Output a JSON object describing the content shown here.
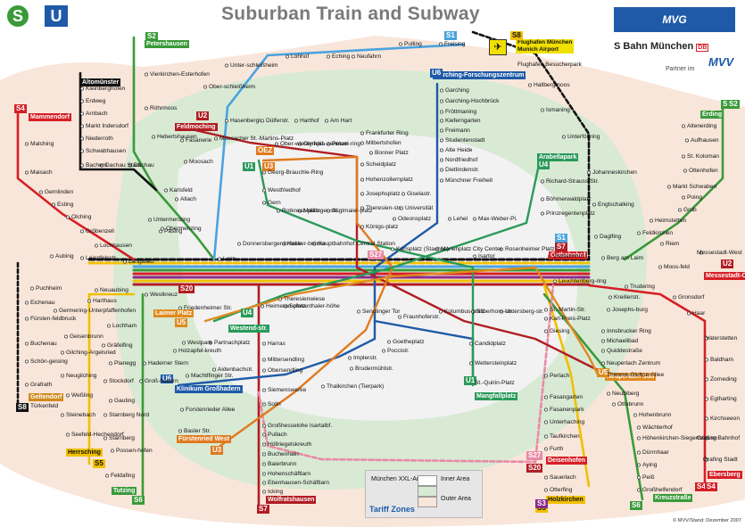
{
  "title": "Suburban Train and Subway",
  "logos": {
    "s": "S",
    "u": "U",
    "mvg": "MVG",
    "sbahn": "S Bahn München",
    "db": "DB",
    "partner": "Partner im",
    "mvv": "MVV"
  },
  "footer": "© MVV/Stand: Dezember 2007",
  "legend": {
    "title": "Tariff Zones",
    "row1": "München XXL-Area",
    "inner": "Inner Area",
    "outer": "Outer Area"
  },
  "airport": {
    "line1": "Flughafen München",
    "line2": "Munich Airport",
    "besucher": "Flughafen Besucherpark"
  },
  "terminus_tags": [
    {
      "id": "petershausen",
      "text": "Petershausen",
      "color": "#3a9a3a"
    },
    {
      "id": "altomuenster",
      "text": "Altomünster",
      "color": "#111111"
    },
    {
      "id": "mammendorf",
      "text": "Mammendorf",
      "color": "#d61f26"
    },
    {
      "id": "feldmoching",
      "text": "Feldmoching",
      "color": "#b01d23"
    },
    {
      "id": "erding",
      "text": "Erding",
      "color": "#3a9a3a"
    },
    {
      "id": "garching",
      "text": "Garching-Forschungszentrum",
      "color": "#1e5aa8"
    },
    {
      "id": "arabellapark",
      "text": "Arabellapark",
      "color": "#2a9a5a"
    },
    {
      "id": "ostbahnhof",
      "text": "Ostbahnhof",
      "color": "#d61f26"
    },
    {
      "id": "messestadt",
      "text": "Messestadt-Ost",
      "color": "#d61f26"
    },
    {
      "id": "laimer",
      "text": "Laimer Platz",
      "color": "#e08a1e"
    },
    {
      "id": "westendstr",
      "text": "Westend-str.",
      "color": "#2a9a5a"
    },
    {
      "id": "klinikum",
      "text": "Klinikum Großhadern",
      "color": "#1e5aa8"
    },
    {
      "id": "fuerstenried",
      "text": "Fürstenried West",
      "color": "#e07a1e"
    },
    {
      "id": "mangfall",
      "text": "Mangfallplatz",
      "color": "#2a9a5a"
    },
    {
      "id": "neuperlach",
      "text": "Neuperlach Süd",
      "color": "#e08a1e"
    },
    {
      "id": "geltendorf",
      "text": "Geltendorf",
      "color": "#d08a1e"
    },
    {
      "id": "herrsching",
      "text": "Herrsching",
      "color": "#f0c000"
    },
    {
      "id": "tutzing",
      "text": "Tutzing",
      "color": "#3a9a3a"
    },
    {
      "id": "wolfratshausen",
      "text": "Wolfratshausen",
      "color": "#b01d23"
    },
    {
      "id": "deisenhofen",
      "text": "Deisenhofen",
      "color": "#d61f26"
    },
    {
      "id": "holzkirchen",
      "text": "Holzkirchen",
      "color": "#f0c000"
    },
    {
      "id": "kreuzstrasse",
      "text": "Kreuzstraße",
      "color": "#3a9a3a"
    },
    {
      "id": "ebersberg",
      "text": "Ebersberg",
      "color": "#d61f26"
    }
  ],
  "line_badges": [
    {
      "id": "s2n",
      "text": "S2",
      "color": "#3a9a3a"
    },
    {
      "id": "s1",
      "text": "S1",
      "color": "#4aa3df"
    },
    {
      "id": "s8",
      "text": "S8",
      "color": "#f0c000"
    },
    {
      "id": "s4",
      "text": "S4",
      "color": "#d61f26"
    },
    {
      "id": "u2",
      "text": "U2",
      "color": "#b01d23"
    },
    {
      "id": "u6",
      "text": "U6",
      "color": "#1e5aa8"
    },
    {
      "id": "u1",
      "text": "U1",
      "color": "#2a9a5a"
    },
    {
      "id": "u3",
      "text": "U3",
      "color": "#e07a1e"
    },
    {
      "id": "oez",
      "text": "OEZ",
      "color": "#e07a1e"
    },
    {
      "id": "s2e",
      "text": "S2",
      "color": "#3a9a3a"
    },
    {
      "id": "u4",
      "text": "U4",
      "color": "#2a9a5a"
    },
    {
      "id": "s1b",
      "text": "S1",
      "color": "#4aa3df"
    },
    {
      "id": "s7",
      "text": "S7",
      "color": "#b01d23"
    },
    {
      "id": "u2e",
      "text": "U2",
      "color": "#b01d23"
    },
    {
      "id": "s27",
      "text": "S27",
      "color": "#e88aa6"
    },
    {
      "id": "s20",
      "text": "S20",
      "color": "#b01d23"
    },
    {
      "id": "u5",
      "text": "U5",
      "color": "#e08a1e"
    },
    {
      "id": "u4w",
      "text": "U4",
      "color": "#2a9a5a"
    },
    {
      "id": "u6s",
      "text": "U6",
      "color": "#1e5aa8"
    },
    {
      "id": "u3s",
      "text": "U3",
      "color": "#e07a1e"
    },
    {
      "id": "u1s",
      "text": "U1",
      "color": "#2a9a5a"
    },
    {
      "id": "u5s",
      "text": "U5",
      "color": "#e08a1e"
    },
    {
      "id": "s8w",
      "text": "S8",
      "color": "#111111"
    },
    {
      "id": "s5",
      "text": "S5",
      "color": "#f0c000"
    },
    {
      "id": "s6",
      "text": "S6",
      "color": "#3a9a3a"
    },
    {
      "id": "s7s",
      "text": "S7",
      "color": "#b01d23"
    },
    {
      "id": "s27s",
      "text": "S27",
      "color": "#e88aa6"
    },
    {
      "id": "s20s",
      "text": "S20",
      "color": "#b01d23"
    },
    {
      "id": "s5s",
      "text": "S5",
      "color": "#f0c000"
    },
    {
      "id": "s3",
      "text": "S3",
      "color": "#8a2a8a"
    },
    {
      "id": "s6e",
      "text": "S6",
      "color": "#3a9a3a"
    },
    {
      "id": "s4e",
      "text": "S4",
      "color": "#d61f26"
    },
    {
      "id": "s4e2",
      "text": "S4",
      "color": "#d61f26"
    },
    {
      "id": "s2e2",
      "text": "S2",
      "color": "#3a9a3a"
    }
  ],
  "stations": [
    {
      "id": "pulling",
      "t": "Pulling"
    },
    {
      "id": "freising",
      "t": "Freising"
    },
    {
      "id": "lohhof",
      "t": "Lohhof"
    },
    {
      "id": "eching",
      "t": "Eching"
    },
    {
      "id": "neufahrn",
      "t": "Neufahrn"
    },
    {
      "id": "vierkirchen",
      "t": "Vierkirchen-Esterhofen"
    },
    {
      "id": "roehrmoos",
      "t": "Röhrmoos"
    },
    {
      "id": "hebertshausen",
      "t": "Hebertshausen"
    },
    {
      "id": "dachau",
      "t": "Dachau"
    },
    {
      "id": "dachau_stadt",
      "t": "Dachau Stadt"
    },
    {
      "id": "kleinberghofen",
      "t": "Kleinberghofen"
    },
    {
      "id": "erdweg",
      "t": "Erdweg"
    },
    {
      "id": "arnbach",
      "t": "Arnbach"
    },
    {
      "id": "markt_indersdorf",
      "t": "Markt Indersdorf"
    },
    {
      "id": "niederroth",
      "t": "Niederroth"
    },
    {
      "id": "schwabhausen",
      "t": "Schwabhausen"
    },
    {
      "id": "bachern",
      "t": "Bachern"
    },
    {
      "id": "malching",
      "t": "Malching"
    },
    {
      "id": "maisach",
      "t": "Maisach"
    },
    {
      "id": "gernlinden",
      "t": "Gernlinden"
    },
    {
      "id": "esting",
      "t": "Esting"
    },
    {
      "id": "olching",
      "t": "Olching"
    },
    {
      "id": "groebenzell",
      "t": "Gröbenzell"
    },
    {
      "id": "lochhausen",
      "t": "Lochhausen"
    },
    {
      "id": "langwied",
      "t": "Langwied"
    },
    {
      "id": "karlsfeld",
      "t": "Karlsfeld"
    },
    {
      "id": "allach",
      "t": "Allach"
    },
    {
      "id": "untermenzing",
      "t": "Untermenzing"
    },
    {
      "id": "obermenzing",
      "t": "Obermenzing"
    },
    {
      "id": "unterschleissheim",
      "t": "Unter-schleißheim"
    },
    {
      "id": "oberschleissheim",
      "t": "Ober-schleißheim"
    },
    {
      "id": "fasanerie",
      "t": "Fasanerie"
    },
    {
      "id": "moosach",
      "t": "Moosach"
    },
    {
      "id": "moosacher",
      "t": "Moosacher St.-Martins-Platz"
    },
    {
      "id": "hasenbergl",
      "t": "Hasenbergl"
    },
    {
      "id": "duelferstr",
      "t": "Dülferstr."
    },
    {
      "id": "harthof",
      "t": "Harthof"
    },
    {
      "id": "am_hart",
      "t": "Am Hart"
    },
    {
      "id": "frankfurter_ring",
      "t": "Frankfurter Ring"
    },
    {
      "id": "milbertshofen",
      "t": "Milbertshofen"
    },
    {
      "id": "bonner_platz",
      "t": "Bonner Platz"
    },
    {
      "id": "scheidplatz",
      "t": "Scheidplatz"
    },
    {
      "id": "oberwiesenfeld",
      "t": "Ober-wiesenfeld"
    },
    {
      "id": "olympiazentrum",
      "t": "Olympia-zentrum"
    },
    {
      "id": "petuelring",
      "t": "Petuel-ring"
    },
    {
      "id": "georg_brauchle",
      "t": "Georg-Brauchle-Ring"
    },
    {
      "id": "westfriedhof",
      "t": "Westfriedhof"
    },
    {
      "id": "gern",
      "t": "Gern"
    },
    {
      "id": "rotkreuzplatz",
      "t": "Rotkreuz-platz"
    },
    {
      "id": "maillinger",
      "t": "Maillinger-str."
    },
    {
      "id": "stiglmaier",
      "t": "Stiglmaier-platz"
    },
    {
      "id": "hohenzollernplatz",
      "t": "Hohenzollernplatz"
    },
    {
      "id": "josephsplatz",
      "t": "Josephsplatz"
    },
    {
      "id": "theresienstr",
      "t": "Theresien-str."
    },
    {
      "id": "koenigsplatz",
      "t": "Königs-platz"
    },
    {
      "id": "garching",
      "t": "Garching"
    },
    {
      "id": "garching_hochbrueck",
      "t": "Garching-Hochbrück"
    },
    {
      "id": "froettmaning",
      "t": "Fröttmaning"
    },
    {
      "id": "kieferngarten",
      "t": "Kieferngarten"
    },
    {
      "id": "freimann",
      "t": "Freimann"
    },
    {
      "id": "studentenstadt",
      "t": "Studentenstadt"
    },
    {
      "id": "alte_heide",
      "t": "Alte Heide"
    },
    {
      "id": "nordfriedhof",
      "t": "Nordfriedhof"
    },
    {
      "id": "dietlindenstr",
      "t": "Dietlindenstr."
    },
    {
      "id": "muenchner_freiheit",
      "t": "Münchner Freiheit"
    },
    {
      "id": "giselastr",
      "t": "Giselastr."
    },
    {
      "id": "universitaet",
      "t": "Universität"
    },
    {
      "id": "odeonsplatz",
      "t": "Odeonsplatz"
    },
    {
      "id": "lehel",
      "t": "Lehel"
    },
    {
      "id": "max_weber",
      "t": "Max-Weber-Pl."
    },
    {
      "id": "richard_strauss",
      "t": "Richard-Strauss-Str."
    },
    {
      "id": "boehmerwald",
      "t": "Böhmerwaldplatz"
    },
    {
      "id": "prinzregenten",
      "t": "Prinzregentenplatz"
    },
    {
      "id": "hallbergmoos",
      "t": "Hallbergmoos"
    },
    {
      "id": "ismaning",
      "t": "Ismaning"
    },
    {
      "id": "unterfoehring",
      "t": "Unterföhring"
    },
    {
      "id": "johanneskirchen",
      "t": "Johanneskirchen"
    },
    {
      "id": "englschalking",
      "t": "Englschalking"
    },
    {
      "id": "daglfing",
      "t": "Daglfing"
    },
    {
      "id": "altenerding",
      "t": "Altenerding"
    },
    {
      "id": "aufhausen",
      "t": "Aufhausen"
    },
    {
      "id": "st_koloman",
      "t": "St. Koloman"
    },
    {
      "id": "ottenhofen",
      "t": "Ottenhofen"
    },
    {
      "id": "markt_schwaben",
      "t": "Markt Schwaben"
    },
    {
      "id": "poing",
      "t": "Poing"
    },
    {
      "id": "grub",
      "t": "Grub"
    },
    {
      "id": "heimstetten",
      "t": "Heimstetten"
    },
    {
      "id": "feldkirchen",
      "t": "Feldkirchen"
    },
    {
      "id": "riem",
      "t": "Riem"
    },
    {
      "id": "messestadt_west",
      "t": "Messestadt-West"
    },
    {
      "id": "pasing",
      "t": "Pasing"
    },
    {
      "id": "laim",
      "t": "Laim"
    },
    {
      "id": "donnersberger",
      "t": "Donnersberger-brücke"
    },
    {
      "id": "hackerbruecke",
      "t": "Hacker-brücke"
    },
    {
      "id": "hauptbahnhof",
      "t": "Hauptbahnhof Central Station"
    },
    {
      "id": "karlsplatz",
      "t": "Karlsplatz (Stachus)"
    },
    {
      "id": "marienplatz",
      "t": "Marienplatz City Center"
    },
    {
      "id": "isartor",
      "t": "Isartor"
    },
    {
      "id": "rosenheimer",
      "t": "Rosenheimer Platz"
    },
    {
      "id": "ostbahnhof",
      "t": "Ostbahnhof"
    },
    {
      "id": "leuchtenbergring",
      "t": "Leuchtenberg-ring"
    },
    {
      "id": "berg_am_laim",
      "t": "Berg am Laim"
    },
    {
      "id": "trudering",
      "t": "Trudering"
    },
    {
      "id": "moosfeld",
      "t": "Moos-feld"
    },
    {
      "id": "aubing",
      "t": "Aubing"
    },
    {
      "id": "leienfelsstr",
      "t": "Leienfelsstr."
    },
    {
      "id": "puchheim",
      "t": "Puchheim"
    },
    {
      "id": "eichenau",
      "t": "Eichenau"
    },
    {
      "id": "fuerstenfeldbruck",
      "t": "Fürsten-feldbruck"
    },
    {
      "id": "buchenau",
      "t": "Buchenau"
    },
    {
      "id": "schoengeising",
      "t": "Schön-geising"
    },
    {
      "id": "grafrath",
      "t": "Grafrath"
    },
    {
      "id": "tuerkenfeld",
      "t": "Türkenfeld"
    },
    {
      "id": "neuaubing",
      "t": "Neuaubing"
    },
    {
      "id": "westkreuz",
      "t": "Westkreuz"
    },
    {
      "id": "harthaus",
      "t": "Harthaus"
    },
    {
      "id": "germering",
      "t": "Germering-Unterpfaffenhofen"
    },
    {
      "id": "geisenbrunn",
      "t": "Geisenbrunn"
    },
    {
      "id": "gilching",
      "t": "Gilching-Argelsried"
    },
    {
      "id": "neugilching",
      "t": "Neugilching"
    },
    {
      "id": "wessling",
      "t": "Weßling"
    },
    {
      "id": "steinebach",
      "t": "Steinebach"
    },
    {
      "id": "seefeld",
      "t": "Seefeld-Hechendorf"
    },
    {
      "id": "lochham",
      "t": "Lochham"
    },
    {
      "id": "graefelfing",
      "t": "Gräfelfing"
    },
    {
      "id": "planegg",
      "t": "Planegg"
    },
    {
      "id": "stockdorf",
      "t": "Stockdorf"
    },
    {
      "id": "gauting",
      "t": "Gauting"
    },
    {
      "id": "starnberg_nord",
      "t": "Starnberg Nord"
    },
    {
      "id": "starnberg",
      "t": "Starnberg"
    },
    {
      "id": "possenhofen",
      "t": "Possen-hofen"
    },
    {
      "id": "feldafing",
      "t": "Feldafing"
    },
    {
      "id": "friedenheimer",
      "t": "Friedenheimer Str."
    },
    {
      "id": "westpark",
      "t": "Westpark"
    },
    {
      "id": "partnachplatz",
      "t": "Partnachplatz"
    },
    {
      "id": "holzapfelkreuth",
      "t": "Holzapfel-kreuth"
    },
    {
      "id": "haderner_stern",
      "t": "Haderner Stern"
    },
    {
      "id": "grosshadern",
      "t": "Groß-hadern"
    },
    {
      "id": "machtlfinger",
      "t": "Machtlfinger Str."
    },
    {
      "id": "aidenbachstr",
      "t": "Aidenbachstr."
    },
    {
      "id": "forstenrieder",
      "t": "Forstenrieder Allee"
    },
    {
      "id": "basler",
      "t": "Basler Str."
    },
    {
      "id": "heimeranplatz",
      "t": "Heimeran-platz"
    },
    {
      "id": "schwanthaler",
      "t": "Schwanthaler-höhe"
    },
    {
      "id": "theresienwiese",
      "t": "Theresienwiese"
    },
    {
      "id": "harras",
      "t": "Harras"
    },
    {
      "id": "mittersendling",
      "t": "Mittersendling"
    },
    {
      "id": "obersendling",
      "t": "Obersendling"
    },
    {
      "id": "siemenswerke",
      "t": "Siemenswerke"
    },
    {
      "id": "solln",
      "t": "Solln"
    },
    {
      "id": "grossesselohe",
      "t": "Großhesselohe Isartalbf."
    },
    {
      "id": "pullach",
      "t": "Pullach"
    },
    {
      "id": "hoellriegelskreuth",
      "t": "Höllriegelskreuth"
    },
    {
      "id": "buchenhain",
      "t": "Buchenhain"
    },
    {
      "id": "baierbrunn",
      "t": "Baierbrunn"
    },
    {
      "id": "hohenschaeftlarn",
      "t": "Hohenschäftlarn"
    },
    {
      "id": "ebenhausen",
      "t": "Ebenhausen-Schäftlarn"
    },
    {
      "id": "icking",
      "t": "Icking"
    },
    {
      "id": "sendlinger_tor",
      "t": "Sendlinger Tor"
    },
    {
      "id": "fraunhoferstr",
      "t": "Fraunhoferstr."
    },
    {
      "id": "kolumbusplatz",
      "t": "Kolumbus-platz"
    },
    {
      "id": "silberhorn",
      "t": "Silberhorn-str."
    },
    {
      "id": "untersberg",
      "t": "Untersberg-str."
    },
    {
      "id": "goetheplatz",
      "t": "Goetheplatz"
    },
    {
      "id": "poccistr",
      "t": "Poccistr."
    },
    {
      "id": "implerstr",
      "t": "Implerstr."
    },
    {
      "id": "brudermuehl",
      "t": "Brudermühlstr."
    },
    {
      "id": "thalkirchen",
      "t": "Thalkirchen (Tierpark)"
    },
    {
      "id": "candidplatz",
      "t": "Candidplatz"
    },
    {
      "id": "wettersteinplatz",
      "t": "Wettersteinplatz"
    },
    {
      "id": "st_quirin",
      "t": "St.-Quirin-Platz"
    },
    {
      "id": "st_martin",
      "t": "St.-Martin-Str."
    },
    {
      "id": "karl_preis",
      "t": "Karl-Preis-Platz"
    },
    {
      "id": "giesing",
      "t": "Giesing"
    },
    {
      "id": "perlach",
      "t": "Perlach"
    },
    {
      "id": "fasangarten",
      "t": "Fasangarten"
    },
    {
      "id": "fasanenpark",
      "t": "Fasanenpark"
    },
    {
      "id": "unterhaching",
      "t": "Unterhaching"
    },
    {
      "id": "taufkirchen",
      "t": "Taufkirchen"
    },
    {
      "id": "furth",
      "t": "Furth"
    },
    {
      "id": "sauerlach",
      "t": "Sauerlach"
    },
    {
      "id": "otterfing",
      "t": "Otterfing"
    },
    {
      "id": "innsbrucker_ring",
      "t": "Innsbrucker Ring"
    },
    {
      "id": "michaelibad",
      "t": "Michaelibad"
    },
    {
      "id": "quiddestr",
      "t": "Quiddestraße"
    },
    {
      "id": "neuperlach_zentrum",
      "t": "Neuperlach Zentrum"
    },
    {
      "id": "therese_giehse",
      "t": "Therese-Giehse-Allee"
    },
    {
      "id": "neubiberg",
      "t": "Neubiberg"
    },
    {
      "id": "ottobrunn",
      "t": "Ottobrunn"
    },
    {
      "id": "hohenbrunn",
      "t": "Hohenbrunn"
    },
    {
      "id": "waechterhof",
      "t": "Wächterhof"
    },
    {
      "id": "hoehenkirchen",
      "t": "Höhenkirchen-Siegertsbrunn"
    },
    {
      "id": "duernhaar",
      "t": "Dürrnhaar"
    },
    {
      "id": "aying",
      "t": "Aying"
    },
    {
      "id": "peiss",
      "t": "Peiß"
    },
    {
      "id": "grosshelfendorf",
      "t": "Großhelfendorf"
    },
    {
      "id": "kreillerstr",
      "t": "Kreillerstr."
    },
    {
      "id": "josephsburg",
      "t": "Josephs-burg"
    },
    {
      "id": "gronsdorf",
      "t": "Gronsdorf"
    },
    {
      "id": "haar",
      "t": "Haar"
    },
    {
      "id": "vaterstetten",
      "t": "Vaterstetten"
    },
    {
      "id": "baldham",
      "t": "Baldham"
    },
    {
      "id": "zorneding",
      "t": "Zorneding"
    },
    {
      "id": "eglharting",
      "t": "Eglharting"
    },
    {
      "id": "kirchseeon",
      "t": "Kirchseeon"
    },
    {
      "id": "grafing_bf",
      "t": "Grafing Bahnhof"
    },
    {
      "id": "grafing_stadt",
      "t": "Grafing Stadt"
    }
  ]
}
